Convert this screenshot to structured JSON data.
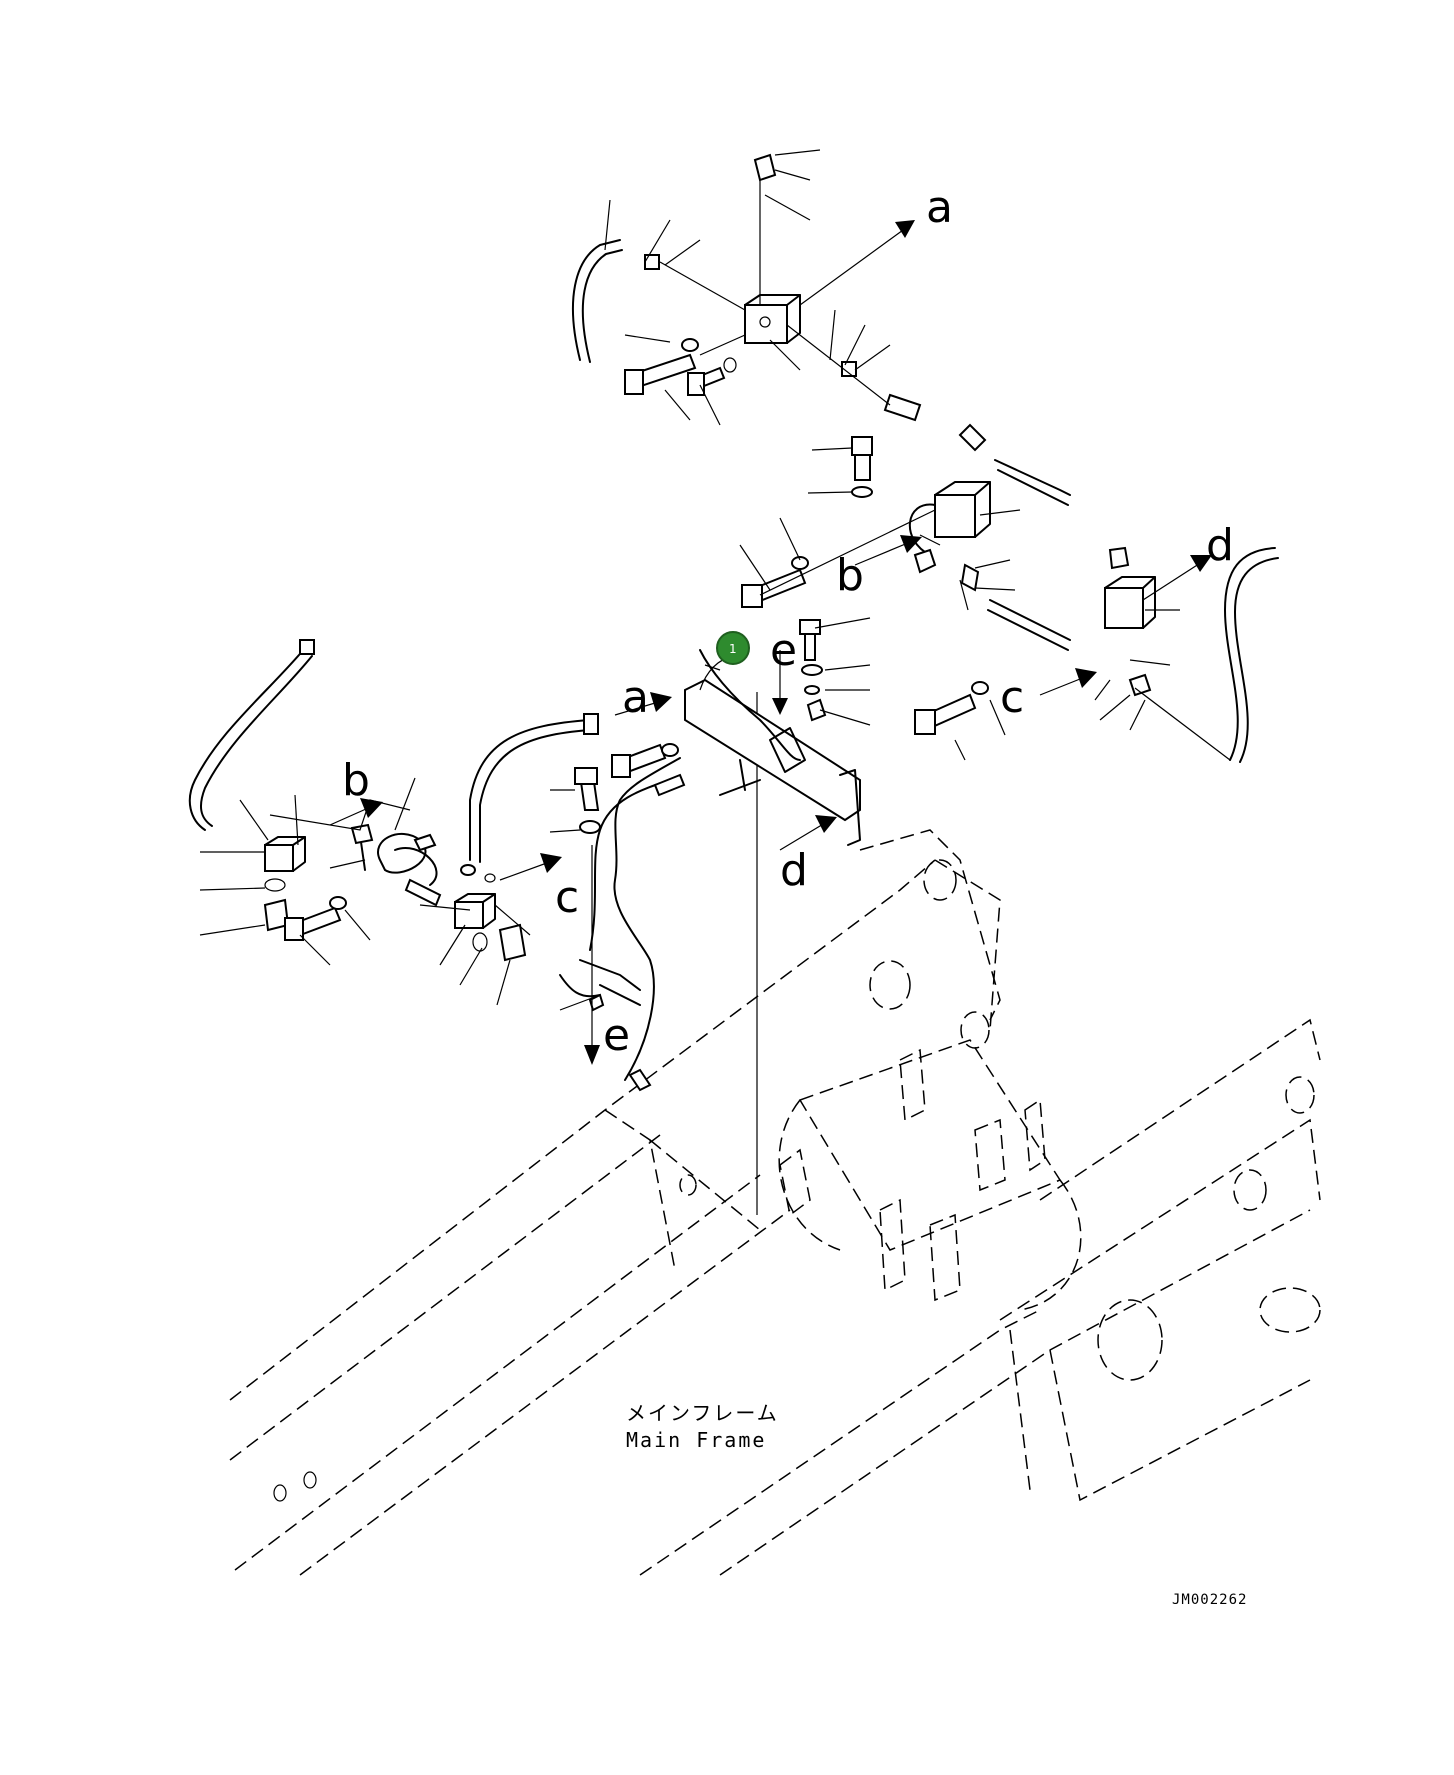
{
  "callouts": {
    "a_top": "a",
    "b_mid": "b",
    "d_right": "d",
    "c_right": "c",
    "e_upper": "e",
    "a_left": "a",
    "b_left": "b",
    "c_left": "c",
    "d_lower": "d",
    "e_lower": "e"
  },
  "item_marker": {
    "number": "1",
    "color": "#2e8b2e"
  },
  "frame_label": {
    "japanese": "メインフレーム",
    "english": "Main Frame"
  },
  "drawing_number": "JM002262"
}
